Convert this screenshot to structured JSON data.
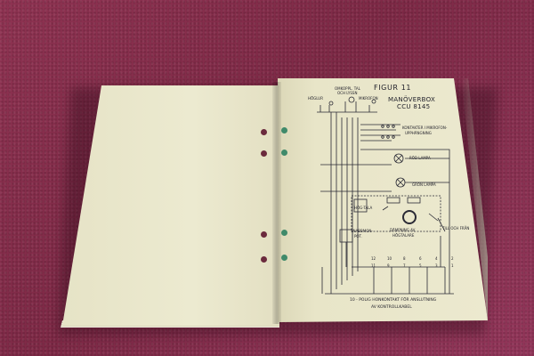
{
  "scene": "photo-of-open-booklet",
  "colors": {
    "carpet": "#8a2f4b",
    "paper": "#ece9cf",
    "ink": "#1e1e28",
    "hole_green": "#3f8a6a"
  },
  "figure": {
    "label": "FIGUR 11",
    "box_title": "MANÖVERBOX",
    "box_model": "CCU 8145"
  },
  "schematic_labels": {
    "hoglur": "HÖGLUR",
    "omkopl_tal": "OMKOPPL. TAL",
    "och_lyssn": "OCH LYSSN",
    "mikrofon": "MIKROFON",
    "kontakter": "KONTAKTER I MIKROFON-",
    "upphangning": "UPPHÄNGNING",
    "rod_lampa": "RÖD LAMPA",
    "gron_lampa": "GRÖN LAMPA",
    "hog_tala": "HÖG-TALA",
    "dampning": "DÄMPNING AV",
    "hoglur_short": "HÖGTALARE",
    "till_och_fran": "TILL OCH FRÅN",
    "snabbmon": "SNABBMON-",
    "pot": "POT.",
    "pin_numbers": [
      "12",
      "10",
      "8",
      "6",
      "4",
      "2"
    ],
    "pin_numbers_2": [
      "11",
      "9",
      "7",
      "5",
      "3",
      "1"
    ]
  },
  "caption": {
    "line1": "10 - POLIG HONKONTAKT FÖR ANSLUTNING",
    "line2": "AV KONTROLLKABEL"
  }
}
